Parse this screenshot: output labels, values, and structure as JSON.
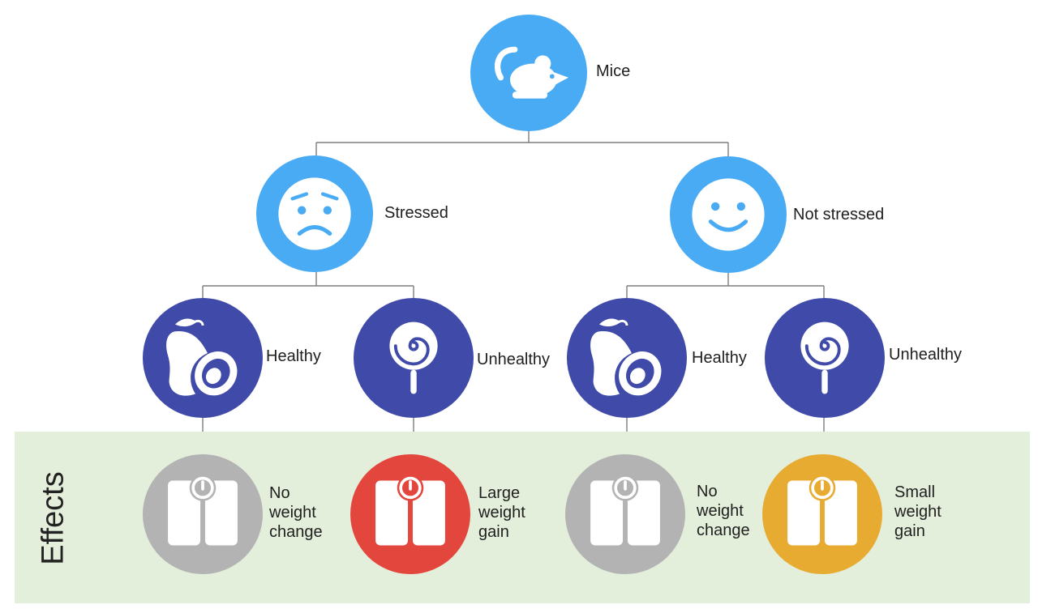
{
  "colors": {
    "level1": "#4aabf5",
    "level2": "#3f4aa9",
    "neutral": "#b3b3b3",
    "large_gain": "#e3463c",
    "small_gain": "#e8ab32",
    "effects_band": "#e3eedb"
  },
  "effects_title": "Effects",
  "root": {
    "label": "Mice",
    "icon": "mouse-icon"
  },
  "stress_groups": [
    {
      "label": "Stressed",
      "icon": "worried-face-icon"
    },
    {
      "label": "Not stressed",
      "icon": "smiley-face-icon"
    }
  ],
  "diets": [
    {
      "label": "Healthy",
      "icon": "avocado-icon"
    },
    {
      "label": "Unhealthy",
      "icon": "lollipop-icon"
    },
    {
      "label": "Healthy",
      "icon": "avocado-icon"
    },
    {
      "label": "Unhealthy",
      "icon": "lollipop-icon"
    }
  ],
  "effects": [
    {
      "label": "No\nweight\nchange",
      "icon": "scale-icon"
    },
    {
      "label": "Large\nweight\ngain",
      "icon": "scale-icon"
    },
    {
      "label": "No\nweight\nchange",
      "icon": "scale-icon"
    },
    {
      "label": "Small\nweight\ngain",
      "icon": "scale-icon"
    }
  ]
}
